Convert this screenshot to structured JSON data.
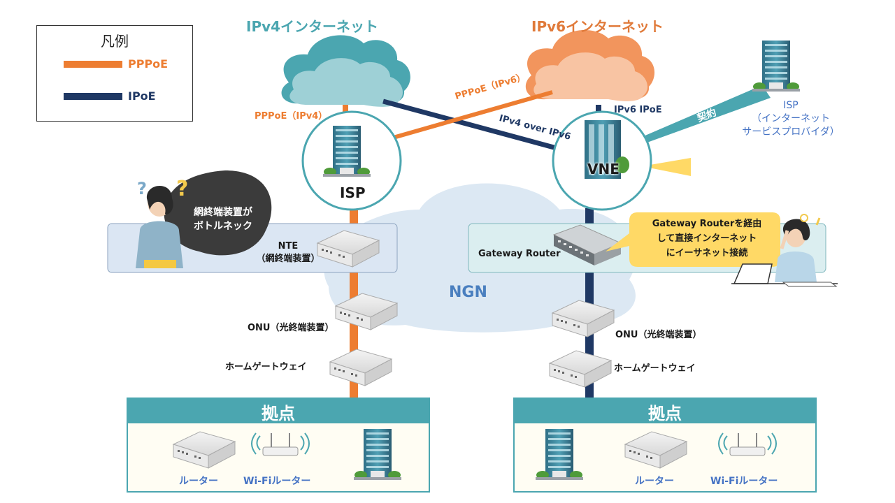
{
  "colors": {
    "pppoe": "#ED7D31",
    "ipoe": "#1F3864",
    "teal": "#4BA6B0",
    "ngn_cloud": "#DCE8F3",
    "ipv4_cloud": "#5AB4BE",
    "ipv6_cloud": "#F4A97C",
    "callout_yellow": "#FFD966"
  },
  "legend": {
    "title": "凡例",
    "items": [
      {
        "label": "PPPoE",
        "color": "#ED7D31"
      },
      {
        "label": "IPoE",
        "color": "#1F3864"
      }
    ]
  },
  "clouds": {
    "ipv4": "IPv4インターネット",
    "ipv6": "IPv6インターネット",
    "ngn": "NGN"
  },
  "links": {
    "pppoe_ipv4": "PPPoE（IPv4）",
    "pppoe_ipv6": "PPPoE（IPv6）",
    "ipv4_over_ipv6": "IPv4 over IPv6",
    "ipv6_ipoe": "IPv6 IPoE",
    "contract": "契約"
  },
  "nodes": {
    "isp_left": "ISP",
    "vne": "VNE",
    "isp_right_name": "ISP",
    "isp_right_desc_1": "（インターネット",
    "isp_right_desc_2": "サービスプロバイダ）"
  },
  "left": {
    "bottleneck_1": "網終端装置が",
    "bottleneck_2": "ボトルネック",
    "nte_1": "NTE",
    "nte_2": "（網終端装置）",
    "onu": "ONU（光終端装置）",
    "home_gateway": "ホームゲートウェイ",
    "base_title": "拠点",
    "router": "ルーター",
    "wifi_router": "Wi-Fiルーター"
  },
  "right": {
    "gateway_router": "Gateway Router",
    "callout_1": "Gateway Routerを経由",
    "callout_2": "して直接インターネット",
    "callout_3": "にイーサネット接続",
    "onu": "ONU（光終端装置）",
    "home_gateway": "ホームゲートウェイ",
    "base_title": "拠点",
    "router": "ルーター",
    "wifi_router": "Wi-Fiルーター"
  }
}
